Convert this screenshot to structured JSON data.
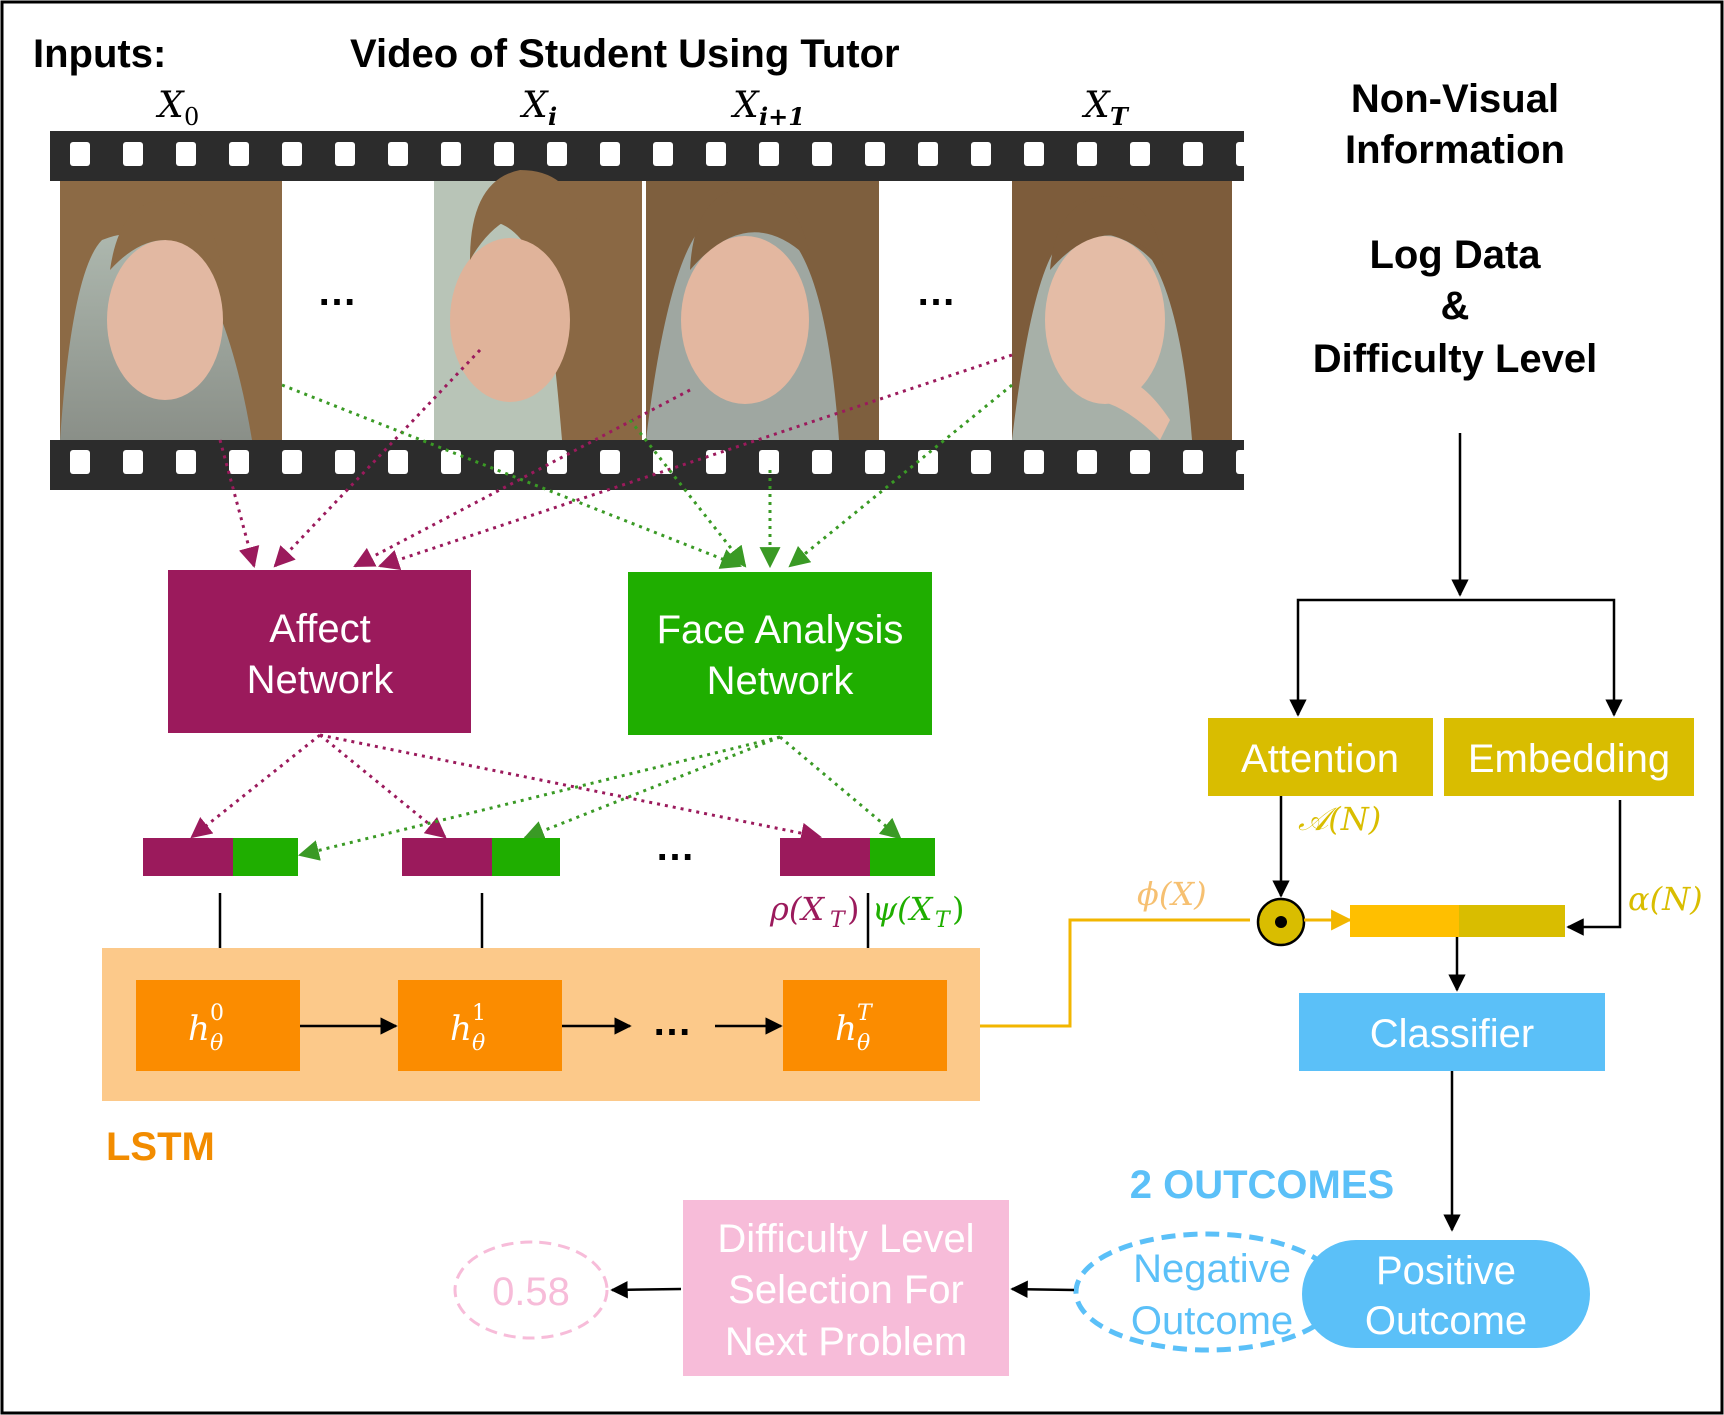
{
  "inputs_label": "Inputs:",
  "video_title": "Video of Student Using Tutor",
  "frames": {
    "x0": {
      "base": "X",
      "sub": "0"
    },
    "xi": {
      "base": "X",
      "sub": "i"
    },
    "xi1": {
      "base": "X",
      "sub": "i+1"
    },
    "xT": {
      "base": "X",
      "sub": "T"
    },
    "ellipsis": "…"
  },
  "nonvisual": {
    "line1": "Non-Visual",
    "line2": "Information"
  },
  "logdata": {
    "line1": "Log Data",
    "line2": "&",
    "line3": "Difficulty Level"
  },
  "affect_network": {
    "line1": "Affect",
    "line2": "Network"
  },
  "face_network": {
    "line1": "Face Analysis",
    "line2": "Network"
  },
  "features": {
    "rho": "ρ(X",
    "psi": "ψ(X",
    "sub_T": "T",
    "close": ")",
    "ellipsis": "…"
  },
  "lstm": {
    "label": "LSTM",
    "h": "h",
    "theta": "θ",
    "sup0": "0",
    "sup1": "1",
    "supT": "T",
    "ellipsis": "…"
  },
  "attention": {
    "label": "Attention",
    "output": "𝒜(N)"
  },
  "embedding": {
    "label": "Embedding",
    "output": "α(N)"
  },
  "phi": "ϕ(X)",
  "classifier": "Classifier",
  "outcomes_title": "2 OUTCOMES",
  "negative": {
    "line1": "Negative",
    "line2": "Outcome"
  },
  "positive": {
    "line1": "Positive",
    "line2": "Outcome"
  },
  "difficulty_selection": {
    "line1": "Difficulty Level",
    "line2": "Selection For",
    "line3": "Next Problem"
  },
  "score": "0.58",
  "colors": {
    "affect": "#9b1a5c",
    "face": "#1fae00",
    "lstm_bg": "#fcc98a",
    "lstm_cell": "#fb8c00",
    "lstm_label": "#f28c00",
    "gold": "#d9bd00",
    "gold_light": "#ffbf00",
    "phi": "#f6c071",
    "blue": "#5bc0f8",
    "pink": "#f7bcd9",
    "pink_text": "#f7bcd9"
  }
}
